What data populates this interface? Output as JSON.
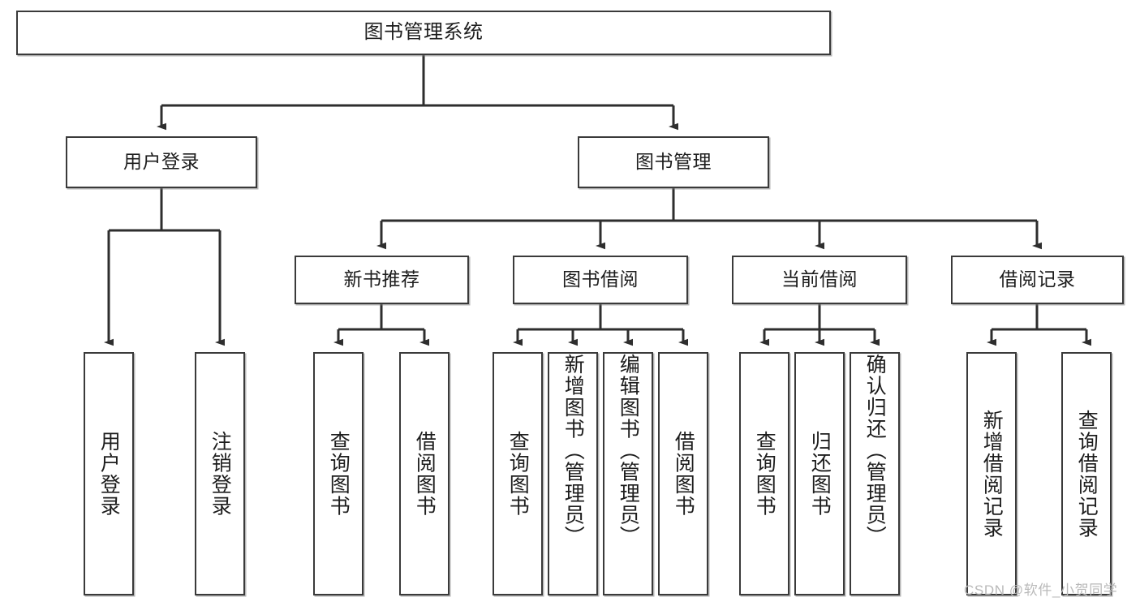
{
  "diagram": {
    "title": "图书管理系统",
    "type": "tree-hierarchy",
    "watermark": "CSDN @软件_小贺同学",
    "root": {
      "label": "图书管理系统"
    },
    "level2": [
      {
        "label": "用户登录"
      },
      {
        "label": "图书管理"
      }
    ],
    "level3": [
      {
        "label": "新书推荐"
      },
      {
        "label": "图书借阅"
      },
      {
        "label": "当前借阅"
      },
      {
        "label": "借阅记录"
      }
    ],
    "leaves": {
      "user_login": [
        {
          "label": "用户登录"
        },
        {
          "label": "注销登录"
        }
      ],
      "new_book_recommend": [
        {
          "label": "查询图书"
        },
        {
          "label": "借阅图书"
        }
      ],
      "book_borrow": [
        {
          "label": "查询图书"
        },
        {
          "label": "新增图书（管理员）"
        },
        {
          "label": "编辑图书（管理员）"
        },
        {
          "label": "借阅图书"
        }
      ],
      "current_borrow": [
        {
          "label": "查询图书"
        },
        {
          "label": "归还图书"
        },
        {
          "label": "确认归还（管理员）"
        }
      ],
      "borrow_record": [
        {
          "label": "新增借阅记录"
        },
        {
          "label": "查询借阅记录"
        }
      ]
    }
  },
  "colors": {
    "stroke": "#3a3a3a",
    "background": "#ffffff",
    "text": "#1d1d1d",
    "watermark": "#b9b9b9"
  }
}
